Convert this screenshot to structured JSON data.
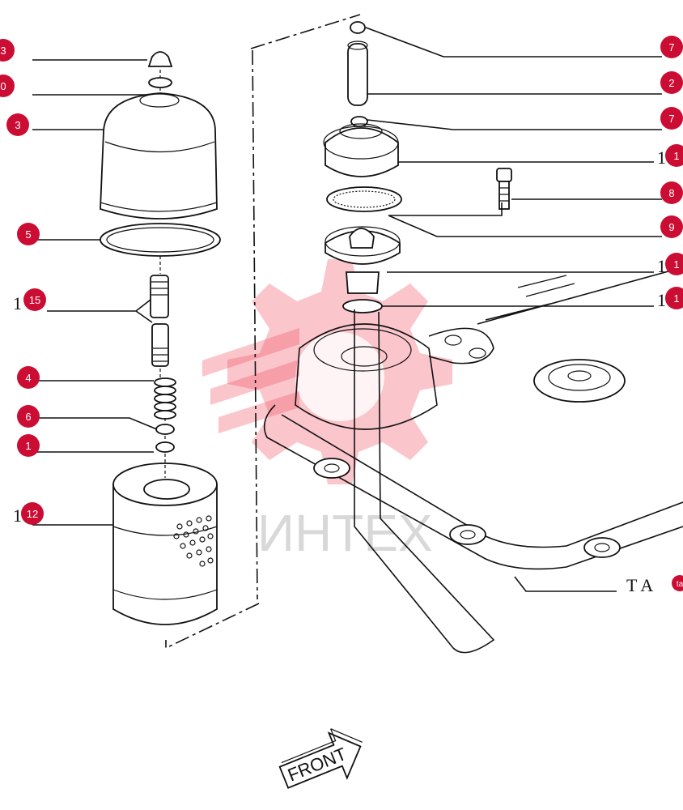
{
  "callouts": [
    {
      "id": "c-top-left-3",
      "label": "3"
    },
    {
      "id": "c-left-0",
      "label": "0"
    },
    {
      "id": "c-left-3b",
      "label": "3"
    },
    {
      "id": "c-left-5",
      "label": "5"
    },
    {
      "id": "c-left-15",
      "prefix": "1",
      "label": "15"
    },
    {
      "id": "c-left-4",
      "label": "4"
    },
    {
      "id": "c-left-6",
      "label": "6"
    },
    {
      "id": "c-left-1",
      "label": "1"
    },
    {
      "id": "c-left-12",
      "prefix": "1",
      "label": "12"
    },
    {
      "id": "c-right-7a",
      "label": "7"
    },
    {
      "id": "c-right-2",
      "label": "2"
    },
    {
      "id": "c-right-7b",
      "label": "7"
    },
    {
      "id": "c-right-1a",
      "prefix": "1",
      "label": "1"
    },
    {
      "id": "c-right-8",
      "label": "8"
    },
    {
      "id": "c-right-9",
      "label": "9"
    },
    {
      "id": "c-right-1b",
      "prefix": "1",
      "label": "1"
    },
    {
      "id": "c-right-1c",
      "prefix": "1",
      "label": "1"
    },
    {
      "id": "c-right-ta",
      "prefix": "T A",
      "label": "ta"
    }
  ],
  "watermark": {
    "text": "ИНТЕХ"
  },
  "front_sign": {
    "text": "FRONT"
  }
}
